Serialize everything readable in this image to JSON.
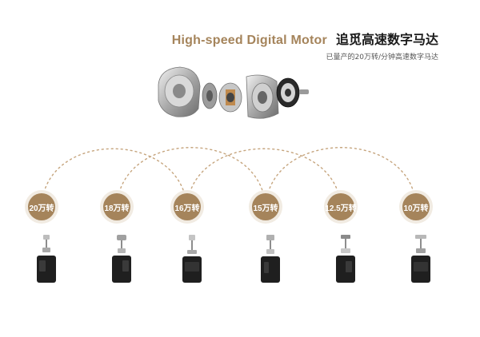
{
  "title": {
    "en": "High-speed Digital Motor",
    "zh": "追觅高速数字马达"
  },
  "subtitle": "已量产的20万转/分钟高速数字马达",
  "colors": {
    "accent": "#a5845b",
    "accent_light": "#f1ebe2",
    "motor_body": "#1f1f1f",
    "metal": "#b8b8b8"
  },
  "speed_badges": [
    {
      "label": "20万转"
    },
    {
      "label": "18万转"
    },
    {
      "label": "16万转"
    },
    {
      "label": "15万转"
    },
    {
      "label": "12.5万转"
    },
    {
      "label": "10万转"
    }
  ]
}
